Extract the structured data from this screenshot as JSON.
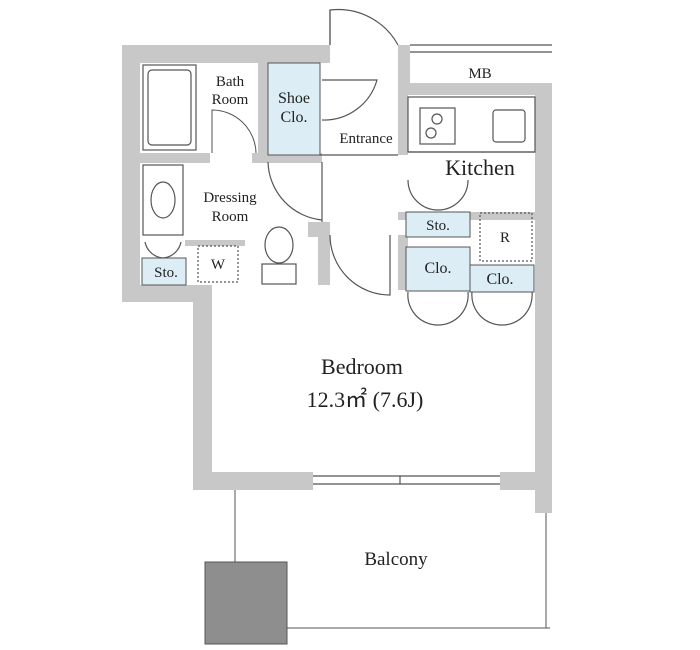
{
  "rooms": {
    "bath": {
      "line1": "Bath",
      "line2": "Room"
    },
    "shoe_closet": {
      "line1": "Shoe",
      "line2": "Clo."
    },
    "entrance": "Entrance",
    "mb": "MB",
    "kitchen": "Kitchen",
    "dressing": {
      "line1": "Dressing",
      "line2": "Room"
    },
    "storage_dressing": "Sto.",
    "washer": "W",
    "storage_kitchen": "Sto.",
    "refrigerator": "R",
    "closet_left": "Clo.",
    "closet_right": "Clo.",
    "bedroom": {
      "name": "Bedroom",
      "area": "12.3㎡ (7.6J)"
    },
    "balcony": "Balcony"
  },
  "colors": {
    "wall": "#c8c8c8",
    "storage_fill": "#dcedf5",
    "line": "#555555"
  }
}
